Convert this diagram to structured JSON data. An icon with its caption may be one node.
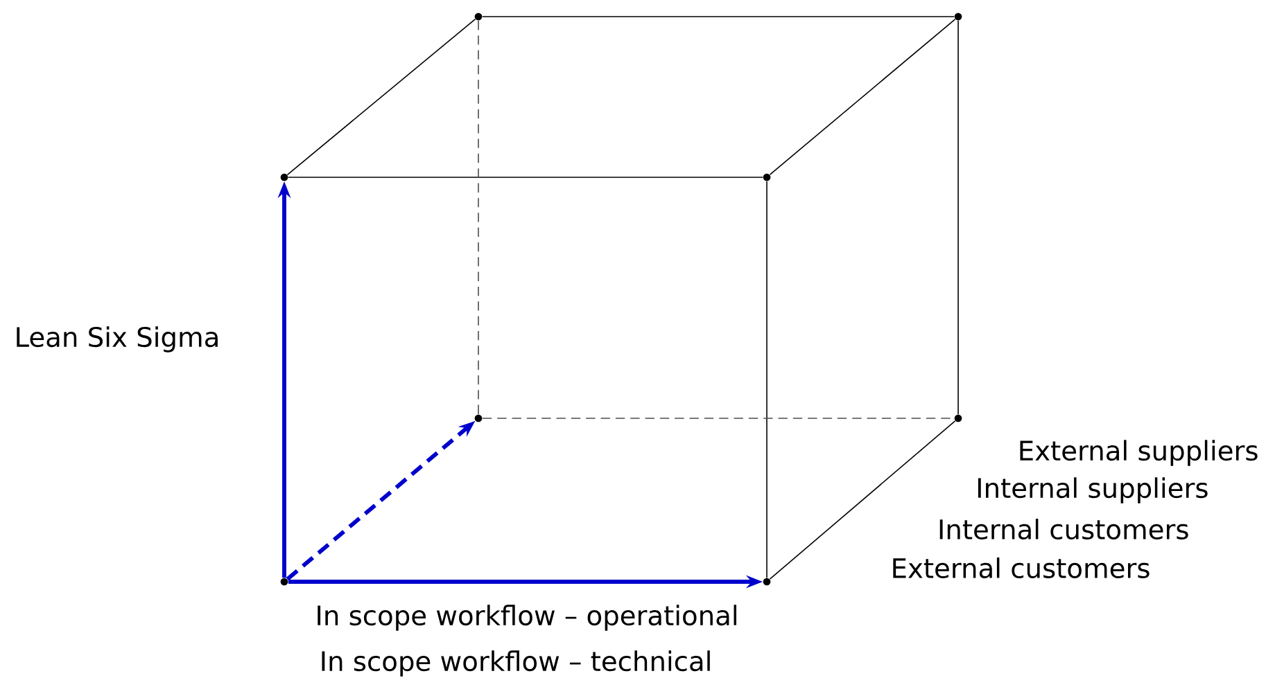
{
  "diagram": {
    "nodes": [
      {
        "text": [],
        "shape": "circle"
      },
      {
        "text": [],
        "shape": "circle"
      },
      {
        "text": [],
        "shape": "circle"
      },
      {
        "text": [],
        "shape": "circle"
      },
      {
        "text": [],
        "shape": "circle"
      },
      {
        "text": [],
        "shape": "circle"
      },
      {
        "text": [],
        "shape": "circle"
      },
      {
        "text": [],
        "shape": "circle"
      }
    ],
    "edges": [
      {
        "from": 0,
        "to": 1,
        "arrow": "none"
      },
      {
        "from": 0,
        "to": 2,
        "arrow": "none"
      },
      {
        "from": 1,
        "to": 3,
        "arrow": "none"
      },
      {
        "from": 2,
        "to": 3,
        "arrow": "none"
      },
      {
        "from": 0,
        "to": 4,
        "arrow": "none",
        "style": "dashed"
      },
      {
        "from": 1,
        "to": 5,
        "arrow": "none"
      },
      {
        "from": 3,
        "to": 7,
        "arrow": "none"
      },
      {
        "from": 4,
        "to": 5,
        "arrow": "none",
        "style": "dashed"
      },
      {
        "from": 5,
        "to": 7,
        "arrow": "none"
      },
      {
        "from": 6,
        "to": 2,
        "arrow": "to",
        "style": "thick",
        "color": "#0000cc"
      },
      {
        "from": 6,
        "to": 7,
        "arrow": "to",
        "style": "thick",
        "color": "#0000cc"
      },
      {
        "from": 6,
        "to": 4,
        "arrow": "to",
        "style": "dashed",
        "color": "#0000cc"
      }
    ],
    "labels": [
      "Lean Six Sigma",
      "External suppliers",
      "Internal suppliers",
      "Internal customers",
      "External customers",
      "In scope workflow – operational",
      "In scope workflow – technical"
    ]
  }
}
